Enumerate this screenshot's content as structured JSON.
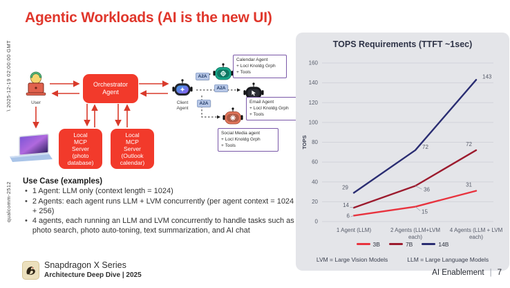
{
  "slide": {
    "title": "Agentic Workloads (AI is the new UI)",
    "watermarks": {
      "timestamp": "\\ 2025-12-19 02:00:00 GMT",
      "id": "qualcomm-2512"
    },
    "footer": {
      "brand_line1": "Snapdragon X Series",
      "brand_line2": "Architecture Deep Dive | 2025",
      "right_label": "AI Enablement",
      "page_number": "7"
    }
  },
  "diagram": {
    "user_label": "User",
    "orchestrator_label": "Orchestrator Agent",
    "mcp_photo_lines": [
      "Local",
      "MCP",
      "Server",
      "(photo",
      "database)"
    ],
    "mcp_outlook_lines": [
      "Local",
      "MCP",
      "Server",
      "(Outlook",
      "calendar)"
    ],
    "client_agent_lines": [
      "Client",
      "Agent"
    ],
    "a2a_label": "A2A",
    "calendar_box_lines": [
      "Calendar Agent",
      "+ Locl Knoldg Grph",
      "  + Tools"
    ],
    "email_box_lines": [
      "Email Agent",
      "+ Locl Knoldg Grph",
      "  + Tools"
    ],
    "social_box_lines": [
      "Social Media agent",
      "+ Locl Knoldg Grph",
      "  + Tools"
    ]
  },
  "use_case": {
    "heading": "Use Case (examples)",
    "bullets": [
      "1 Agent: LLM only (context length = 1024)",
      "2 Agents: each agent runs LLM + LVM concurrently (per agent context = 1024 + 256)",
      "4 agents, each running an LLM and LVM concurrently to handle tasks such as photo search, photo auto-toning, text summarization, and AI chat"
    ]
  },
  "chart_data": {
    "type": "line",
    "title": "TOPS Requirements (TTFT ~1sec)",
    "ylabel": "TOPS",
    "ylim": [
      0,
      160
    ],
    "ytick_step": 20,
    "grid": true,
    "legend_position": "bottom",
    "categories": [
      "1 Agent (LLM)",
      "2 Agents (LLM+LVM each)",
      "4 Agents (LLM + LVM each)"
    ],
    "series": [
      {
        "name": "3B",
        "color": "#e8333e",
        "values": [
          6,
          15,
          31
        ]
      },
      {
        "name": "7B",
        "color": "#9c1b2e",
        "values": [
          14,
          36,
          72
        ]
      },
      {
        "name": "14B",
        "color": "#2a2d72",
        "values": [
          29,
          72,
          143
        ]
      }
    ],
    "footnotes": [
      "LVM = Large Vision Models",
      "LLM = Large Language Models"
    ]
  }
}
